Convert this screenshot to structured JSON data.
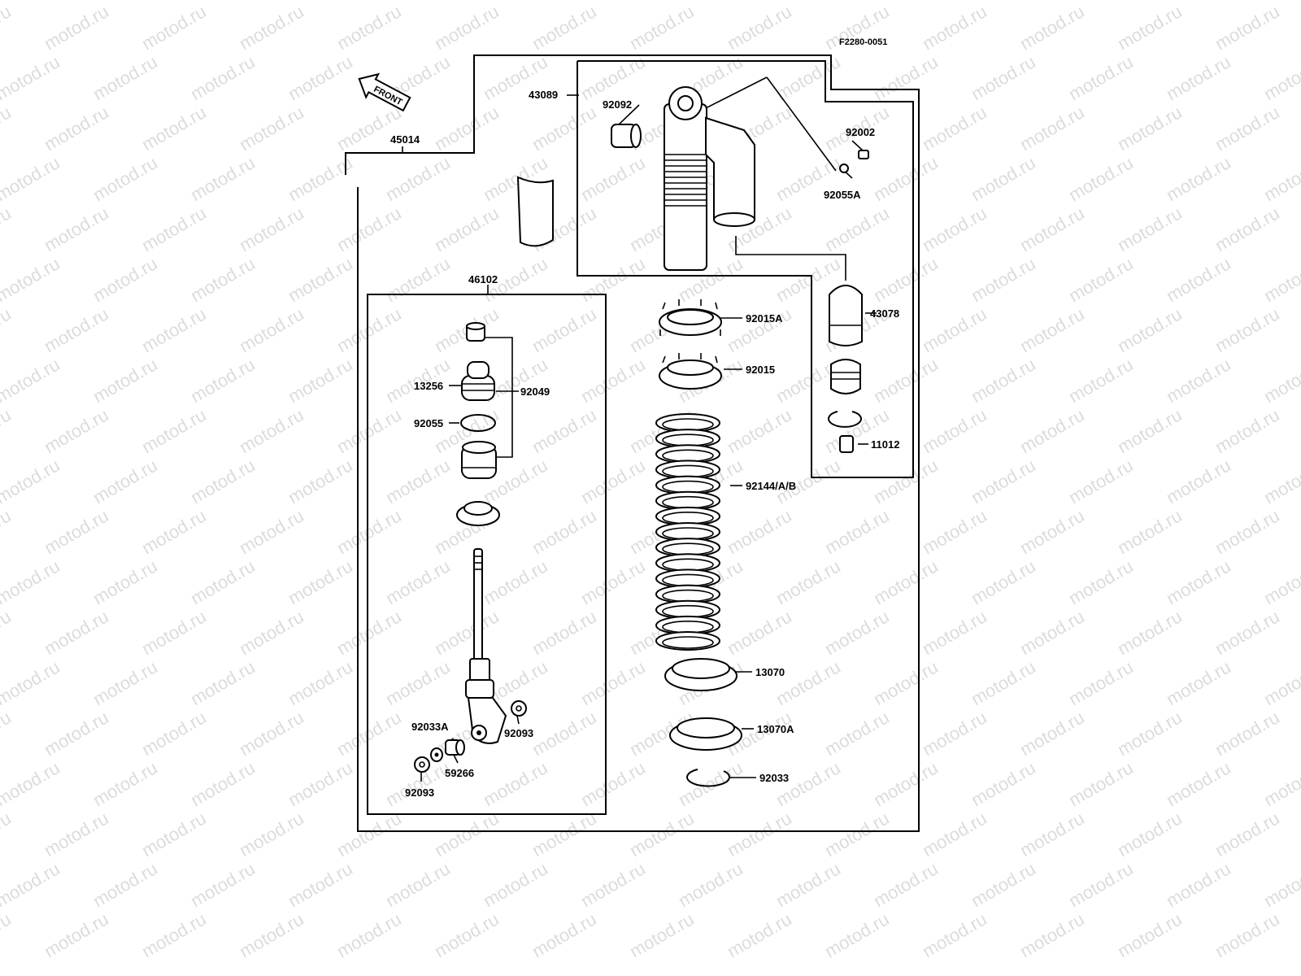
{
  "diagram_code": "F2280-0051",
  "front_arrow": "FRONT",
  "watermark": "motod.ru",
  "labels": {
    "p45014": "45014",
    "p43089": "43089",
    "p92092": "92092",
    "p92002": "92002",
    "p92055A": "92055A",
    "p43078": "43078",
    "p11012": "11012",
    "p46102": "46102",
    "p13256": "13256",
    "p92049": "92049",
    "p92055": "92055",
    "p92015A": "92015A",
    "p92015": "92015",
    "p92144": "92144/A/B",
    "p13070": "13070",
    "p13070A": "13070A",
    "p92033": "92033",
    "p92033A": "92033A",
    "p92093a": "92093",
    "p59266": "59266",
    "p92093b": "92093"
  }
}
